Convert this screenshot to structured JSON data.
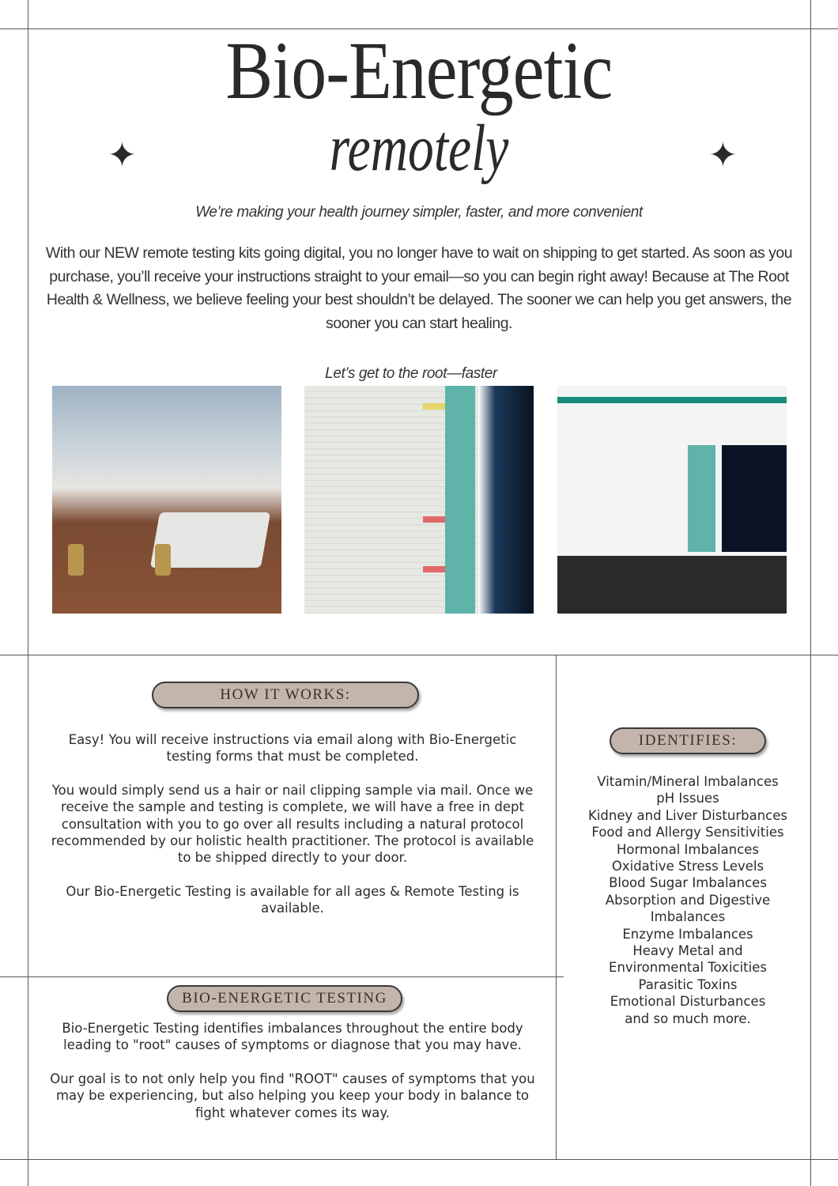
{
  "header": {
    "title": "Bio-Energetic",
    "subtitle": "remotely",
    "star_icon": "four-point-star"
  },
  "tagline": "We’re making your health journey simpler, faster, and more convenient",
  "intro": "With our NEW remote testing kits going digital, you no longer have to wait on shipping to get started. As soon as you purchase, you’ll receive your instructions straight to your email—so you can begin right away! Because at The Root Health & Wellness, we believe feeling your best shouldn’t be delayed. The sooner we can help you get answers, the sooner you can start healing.",
  "photos_caption": "Let’s get to the root—faster",
  "how_it_works": {
    "heading": "HOW IT WORKS:",
    "paragraphs": [
      "Easy!  You will receive instructions via email along with Bio-Energetic testing forms that must be completed.",
      "You would simply send us a hair or nail clipping sample via mail. Once we receive the sample and testing is complete, we will have a free in dept consultation with you to go over all results including a natural protocol recommended by our holistic health practitioner. The protocol is available to be shipped directly to your door.",
      "Our Bio-Energetic Testing is available for all ages & Remote Testing is available."
    ]
  },
  "bio_testing": {
    "heading": "BIO-ENERGETIC TESTING",
    "paragraphs": [
      "Bio-Energetic Testing identifies imbalances throughout the entire body leading to \"root\" causes of symptoms or diagnose that you may have.",
      "Our goal is to not only help you find \"ROOT\" causes of symptoms that you may be experiencing, but also helping you keep your body in balance to fight whatever comes its way."
    ]
  },
  "identifies": {
    "heading": "IDENTIFIES:",
    "items": [
      "Vitamin/Mineral Imbalances",
      "pH Issues",
      "Kidney and Liver Disturbances",
      "Food and Allergy Sensitivities",
      "Hormonal Imbalances",
      "Oxidative Stress Levels",
      "Blood Sugar Imbalances",
      "Absorption and Digestive Imbalances",
      "Enzyme Imbalances",
      "Heavy Metal and Environmental Toxicities",
      "Parasitic Toxins",
      "Emotional Disturbances",
      "and so much more."
    ]
  },
  "colors": {
    "pill": "#c3b5ab",
    "text": "#2b2b2b",
    "lines": "#555555"
  }
}
